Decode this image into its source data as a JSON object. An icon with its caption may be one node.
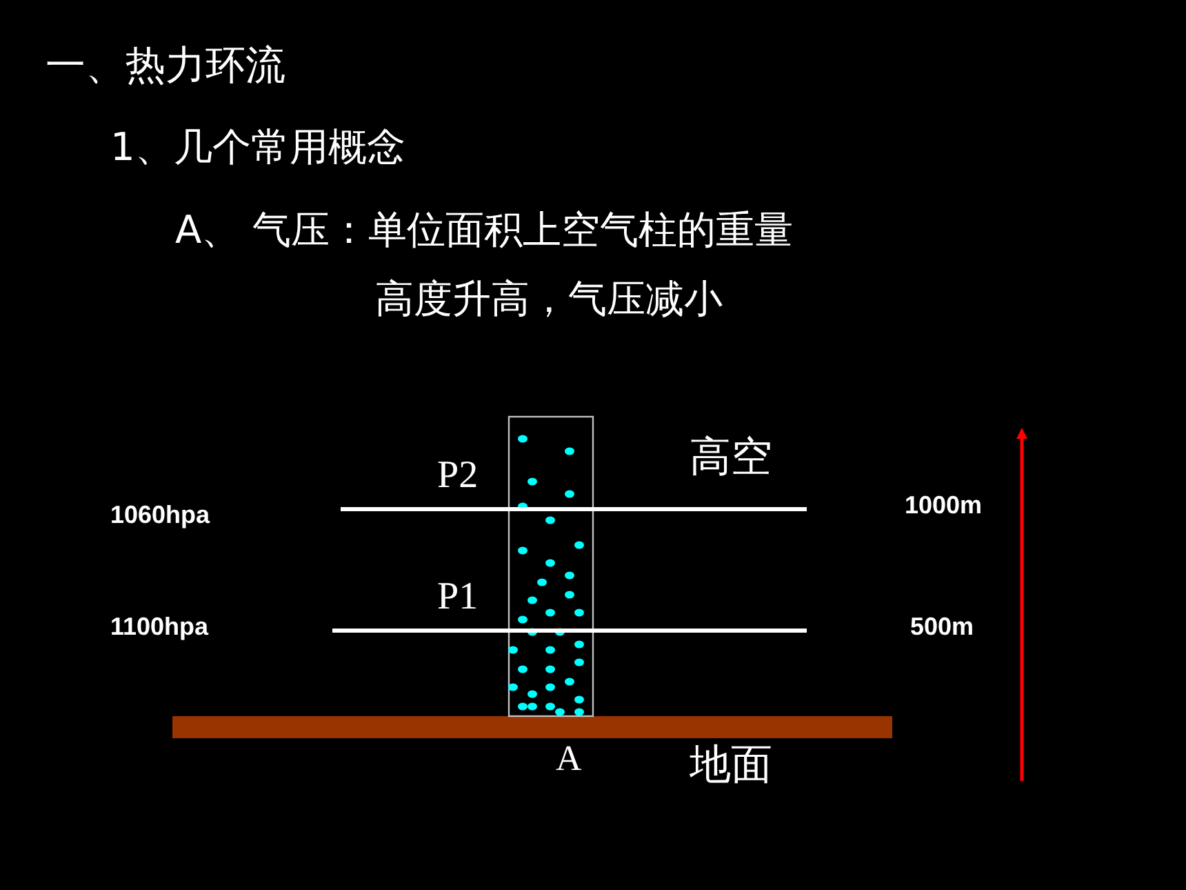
{
  "diagram": {
    "title": "一、热力环流",
    "labels": [
      "1、几个常用概念",
      "A、 气压：单位面积上空气柱的重量",
      "高度升高，气压减小",
      "P2",
      "高空",
      "1060hpa",
      "1000m",
      "P1",
      "1100hpa",
      "500m",
      "A",
      "地面"
    ]
  }
}
